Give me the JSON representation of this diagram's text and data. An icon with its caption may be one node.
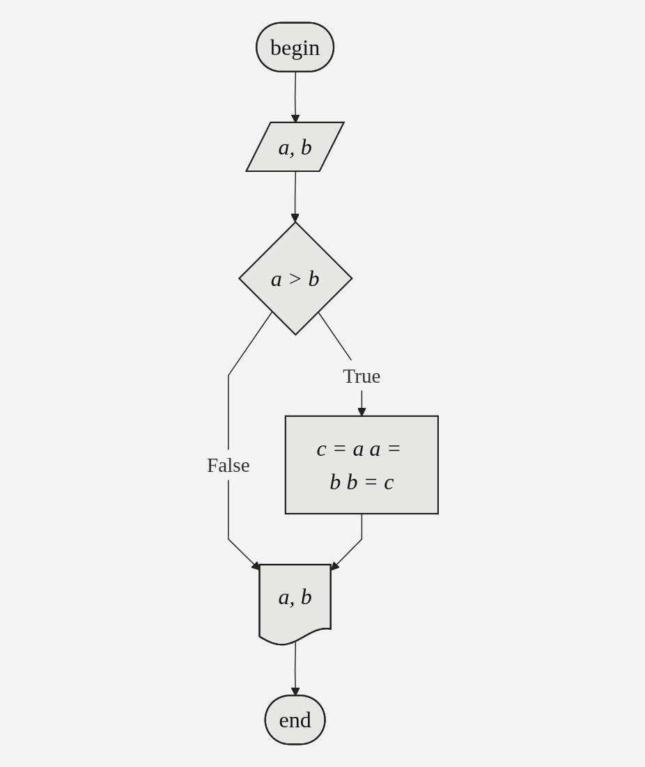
{
  "diagram": {
    "nodes": [
      {
        "text": [
          "begin"
        ]
      },
      {
        "text": [
          "a, b"
        ]
      },
      {
        "text": [
          "a > b"
        ]
      },
      {
        "text": [
          "c = a a = b b = c"
        ]
      },
      {
        "text": [
          "a, b"
        ]
      },
      {
        "text": [
          "end"
        ]
      }
    ],
    "edges": [
      {
        "from": 0,
        "to": 1,
        "arrow": "to"
      },
      {
        "from": 1,
        "to": 2,
        "arrow": "to"
      },
      {
        "from": 2,
        "to": 3,
        "label": "True",
        "arrow": "to"
      },
      {
        "from": 2,
        "to": 4,
        "label": "False",
        "arrow": "to"
      },
      {
        "from": 3,
        "to": 4,
        "arrow": "to"
      },
      {
        "from": 4,
        "to": 5,
        "arrow": "to"
      }
    ]
  }
}
